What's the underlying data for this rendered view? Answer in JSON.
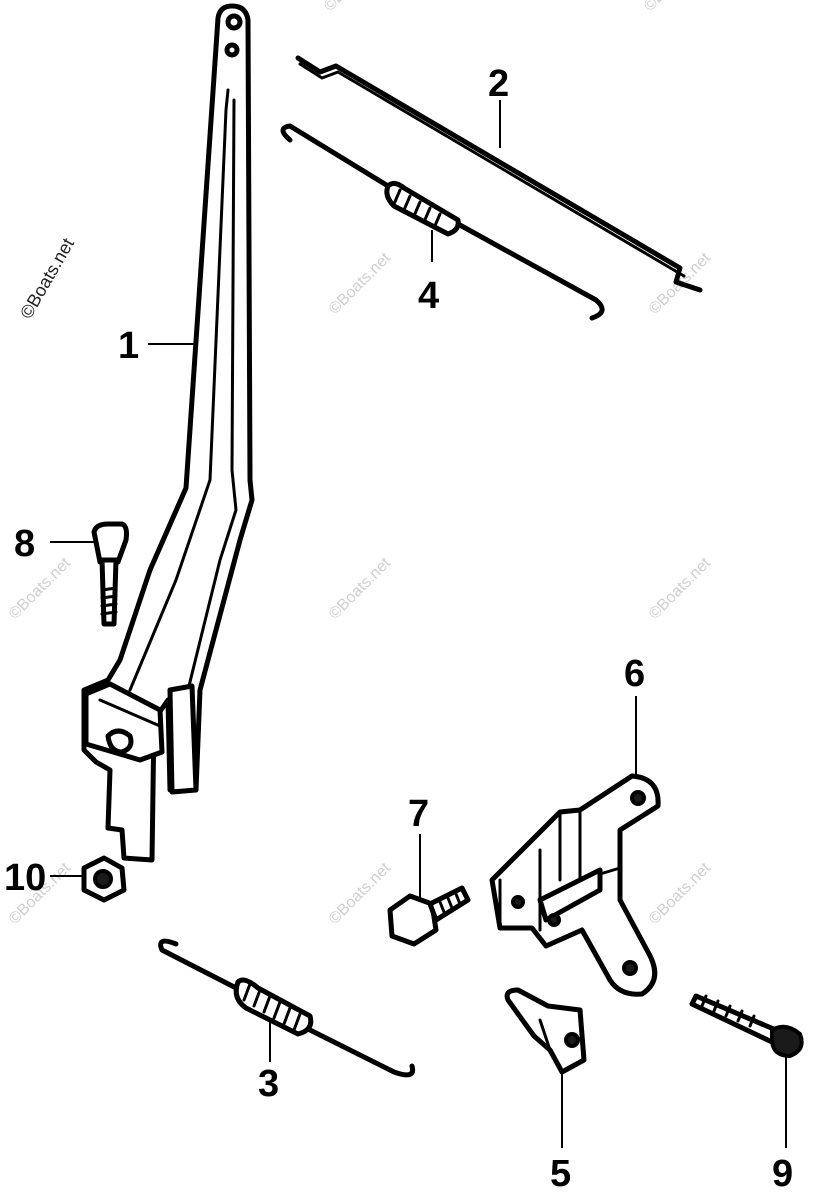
{
  "watermark": {
    "text": "©Boats.net",
    "color": "#cfcfcf",
    "side_label_color": "#222222"
  },
  "callouts": {
    "c1": "1",
    "c2": "2",
    "c3": "3",
    "c4": "4",
    "c5": "5",
    "c6": "6",
    "c7": "7",
    "c8": "8",
    "c9": "9",
    "c10": "10"
  }
}
